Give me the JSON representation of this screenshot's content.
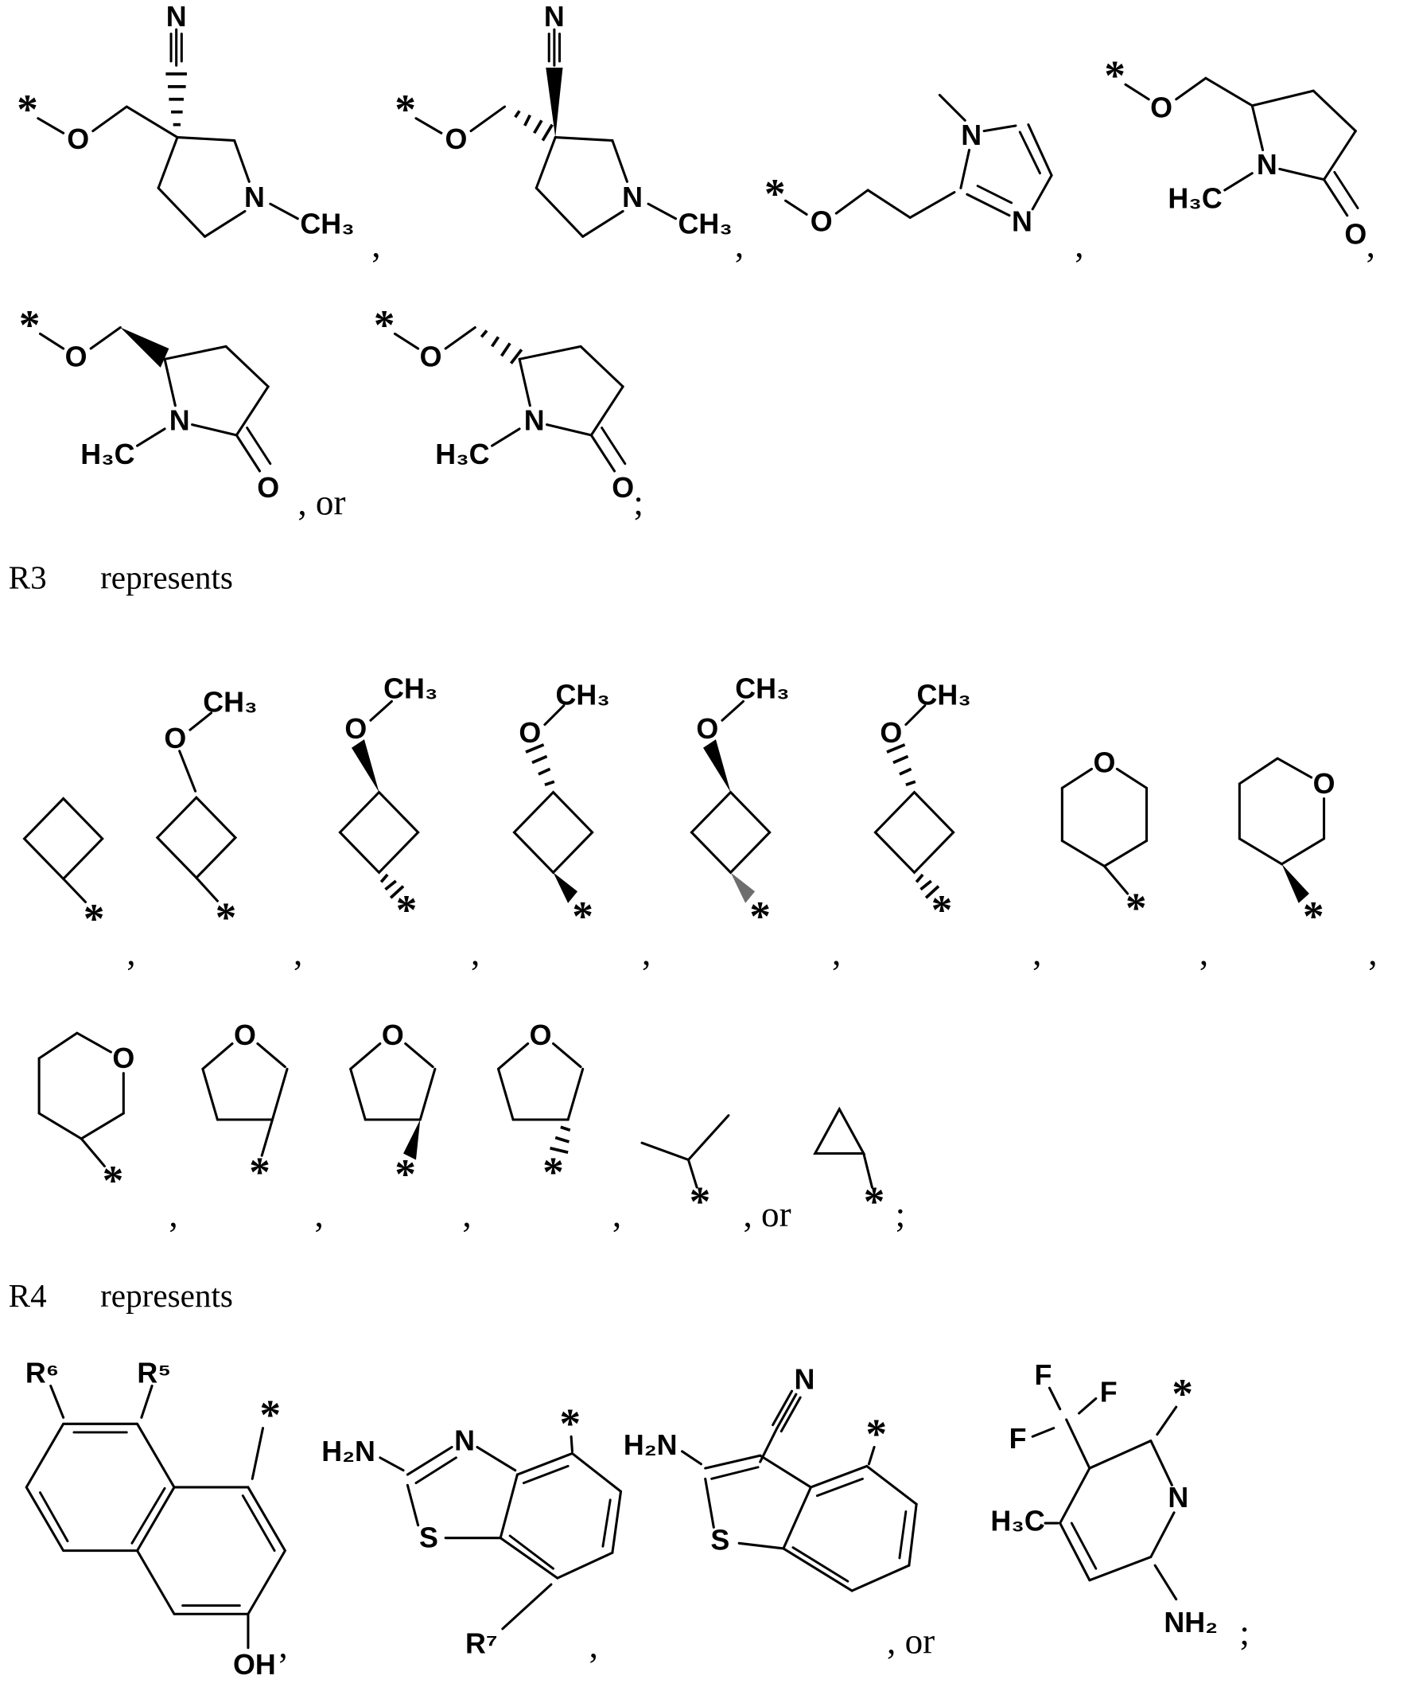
{
  "colors": {
    "ink": "#000000",
    "paper": "#ffffff",
    "gray_wedge": "#6e6e6e"
  },
  "headings": {
    "r3": {
      "label": "R3",
      "word": "represents"
    },
    "r4": {
      "label": "R4",
      "word": "represents"
    }
  },
  "punctuation": {
    "row1": [
      ",",
      ",",
      ",",
      ","
    ],
    "row2": [
      ", or",
      ";"
    ],
    "row3": [
      ",",
      ",",
      ",",
      ",",
      ",",
      ",",
      ",",
      ","
    ],
    "row4": [
      ",",
      ",",
      ",",
      ",",
      ", or",
      ";"
    ],
    "row5": [
      ",",
      ",",
      ", or",
      ";"
    ]
  },
  "molecules": {
    "m01": {
      "labels": {
        "star": "*",
        "ether_o": "O",
        "nitrile_n": "N",
        "ring_n": "N",
        "n_methyl": "CH₃"
      }
    },
    "m02": {
      "labels": {
        "star": "*",
        "ether_o": "O",
        "nitrile_n": "N",
        "ring_n": "N",
        "n_methyl": "CH₃"
      }
    },
    "m03": {
      "labels": {
        "star": "*",
        "ether_o": "O",
        "n1": "N",
        "n3": "N"
      }
    },
    "m04": {
      "labels": {
        "star": "*",
        "ether_o": "O",
        "ring_n": "N",
        "n_methyl": "H₃C",
        "carbonyl_o": "O"
      }
    },
    "m05": {
      "labels": {
        "star": "*",
        "ether_o": "O",
        "ring_n": "N",
        "n_methyl": "H₃C",
        "carbonyl_o": "O"
      }
    },
    "m06": {
      "labels": {
        "star": "*",
        "ether_o": "O",
        "ring_n": "N",
        "n_methyl": "H₃C",
        "carbonyl_o": "O"
      }
    },
    "m07": {
      "labels": {
        "star": "*"
      }
    },
    "m08": {
      "labels": {
        "o": "O",
        "methyl": "CH₃",
        "star": "*"
      }
    },
    "m09": {
      "labels": {
        "o": "O",
        "methyl": "CH₃",
        "star": "*"
      }
    },
    "m10": {
      "labels": {
        "o": "O",
        "methyl": "CH₃",
        "star": "*"
      }
    },
    "m11": {
      "labels": {
        "o": "O",
        "methyl": "CH₃",
        "star": "*"
      }
    },
    "m12": {
      "labels": {
        "o": "O",
        "methyl": "CH₃",
        "star": "*"
      }
    },
    "m13": {
      "labels": {
        "o": "O",
        "star": "*"
      }
    },
    "m14": {
      "labels": {
        "o": "O",
        "star": "*"
      }
    },
    "m15": {
      "labels": {
        "o": "O",
        "star": "*"
      }
    },
    "m16": {
      "labels": {
        "o": "O",
        "star": "*"
      }
    },
    "m17": {
      "labels": {
        "o": "O",
        "star": "*"
      }
    },
    "m18": {
      "labels": {
        "o": "O",
        "star": "*"
      }
    },
    "m19": {
      "labels": {
        "star": "*"
      }
    },
    "m20": {
      "labels": {
        "star": "*"
      }
    },
    "m21": {
      "labels": {
        "r6": "R⁶",
        "r5": "R⁵",
        "star": "*",
        "oh": "OH"
      }
    },
    "m22": {
      "labels": {
        "h2n": "H₂N",
        "n3": "N",
        "s": "S",
        "star": "*",
        "r7": "R⁷"
      }
    },
    "m23": {
      "labels": {
        "h2n": "H₂N",
        "nitrile_n": "N",
        "s": "S",
        "star": "*"
      }
    },
    "m24": {
      "labels": {
        "f_top": "F",
        "f_right": "F",
        "f_left": "F",
        "star": "*",
        "h3c": "H₃C",
        "ring_n": "N",
        "nh2": "NH₂"
      }
    }
  }
}
